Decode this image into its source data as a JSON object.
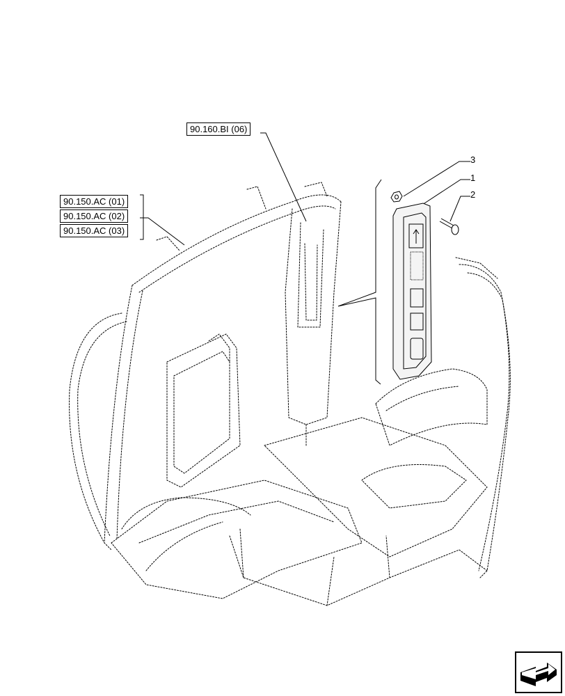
{
  "references": {
    "pillar_ref": "90.160.BI (06)",
    "roof_refs": [
      "90.150.AC (01)",
      "90.150.AC (02)",
      "90.150.AC (03)"
    ]
  },
  "callouts": {
    "item_1": "1",
    "item_2": "2",
    "item_3": "3"
  },
  "icons": {
    "nav": "next-page-arrow-icon"
  }
}
